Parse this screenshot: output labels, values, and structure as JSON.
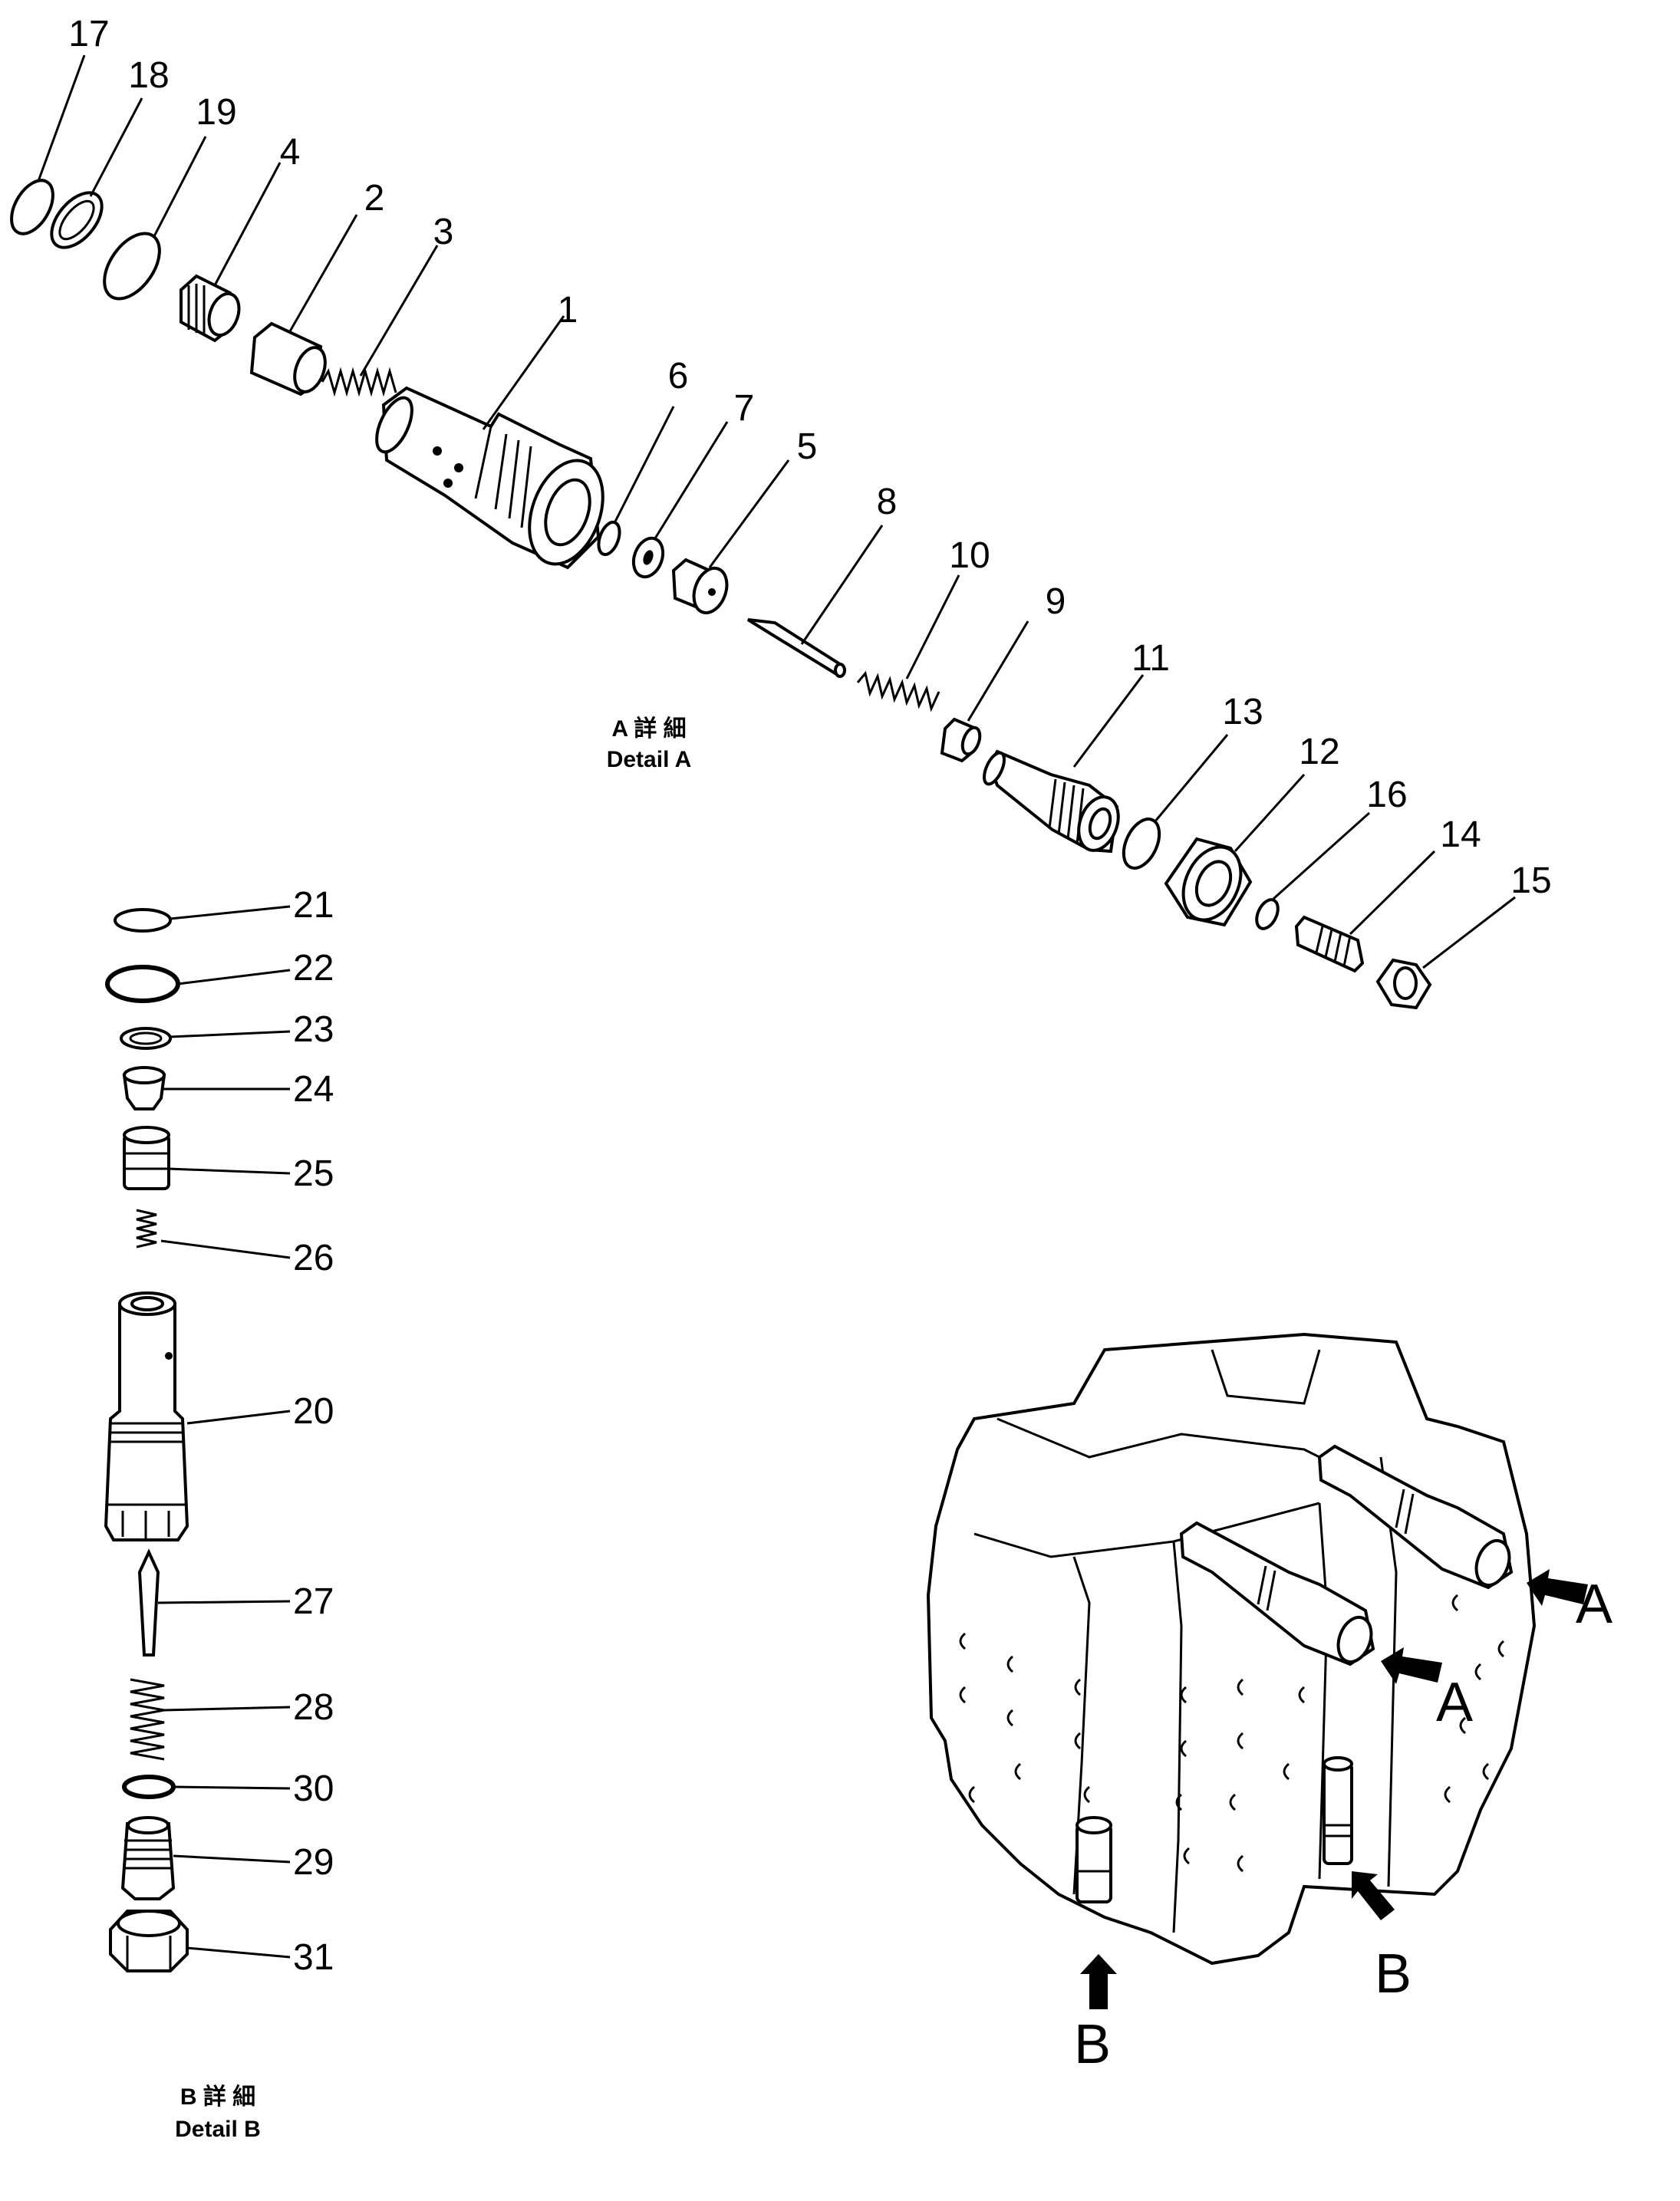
{
  "detail_a": {
    "caption_jp": "A 詳 細",
    "caption_en": "Detail A",
    "parts": [
      {
        "id": "p17",
        "label": "17"
      },
      {
        "id": "p18",
        "label": "18"
      },
      {
        "id": "p19",
        "label": "19"
      },
      {
        "id": "p4",
        "label": "4"
      },
      {
        "id": "p2",
        "label": "2"
      },
      {
        "id": "p3",
        "label": "3"
      },
      {
        "id": "p1",
        "label": "1"
      },
      {
        "id": "p6",
        "label": "6"
      },
      {
        "id": "p7",
        "label": "7"
      },
      {
        "id": "p5",
        "label": "5"
      },
      {
        "id": "p8",
        "label": "8"
      },
      {
        "id": "p10",
        "label": "10"
      },
      {
        "id": "p9",
        "label": "9"
      },
      {
        "id": "p11",
        "label": "11"
      },
      {
        "id": "p13",
        "label": "13"
      },
      {
        "id": "p12",
        "label": "12"
      },
      {
        "id": "p16",
        "label": "16"
      },
      {
        "id": "p14",
        "label": "14"
      },
      {
        "id": "p15",
        "label": "15"
      }
    ]
  },
  "detail_b": {
    "caption_jp": "B 詳 細",
    "caption_en": "Detail B",
    "parts": [
      {
        "id": "p21",
        "label": "21"
      },
      {
        "id": "p22",
        "label": "22"
      },
      {
        "id": "p23",
        "label": "23"
      },
      {
        "id": "p24",
        "label": "24"
      },
      {
        "id": "p25",
        "label": "25"
      },
      {
        "id": "p26",
        "label": "26"
      },
      {
        "id": "p20",
        "label": "20"
      },
      {
        "id": "p27",
        "label": "27"
      },
      {
        "id": "p28",
        "label": "28"
      },
      {
        "id": "p30",
        "label": "30"
      },
      {
        "id": "p29",
        "label": "29"
      },
      {
        "id": "p31",
        "label": "31"
      }
    ]
  },
  "valve_body": {
    "callouts": [
      {
        "id": "a1",
        "label": "A"
      },
      {
        "id": "a2",
        "label": "A"
      },
      {
        "id": "b1",
        "label": "B"
      },
      {
        "id": "b2",
        "label": "B"
      }
    ]
  }
}
